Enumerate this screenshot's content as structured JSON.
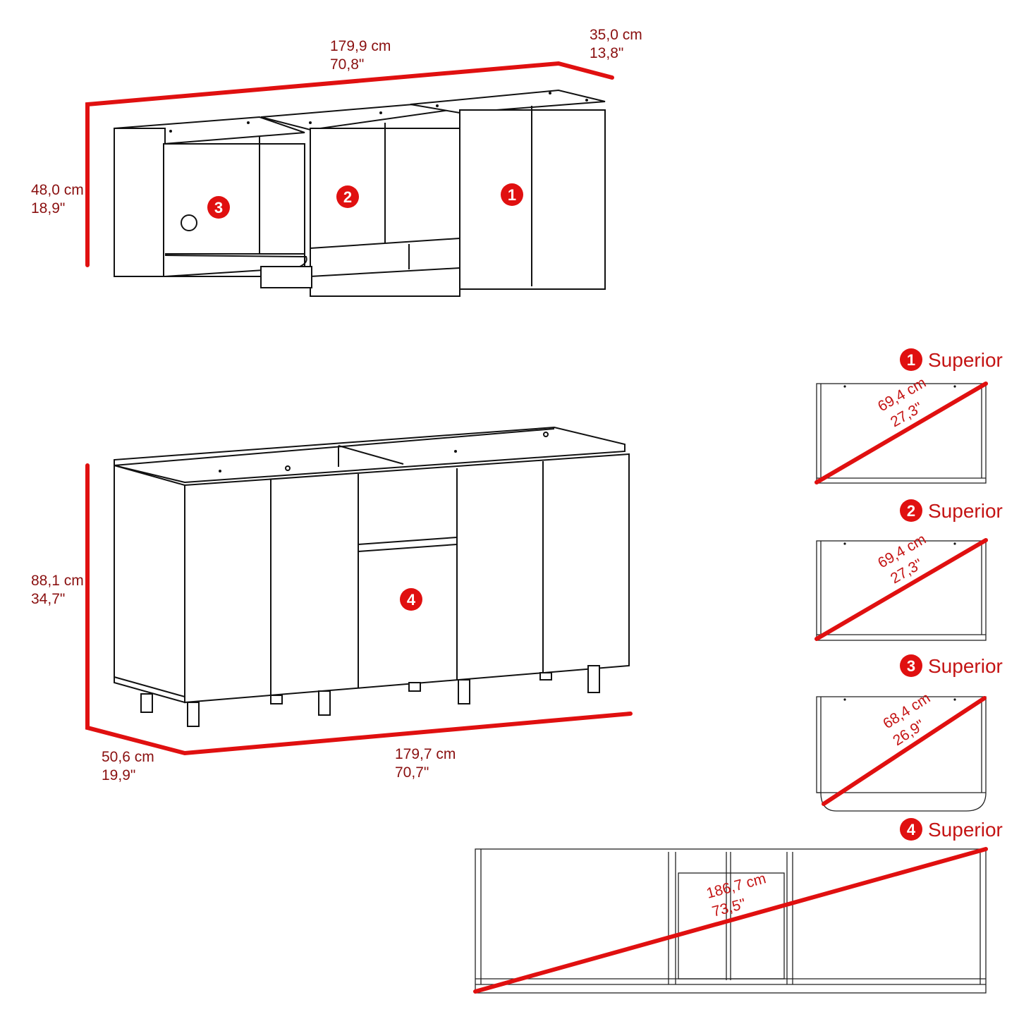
{
  "upper_unit": {
    "width": {
      "cm": "179,9 cm",
      "in": "70,8\""
    },
    "depth": {
      "cm": "35,0 cm",
      "in": "13,8\""
    },
    "height": {
      "cm": "48,0 cm",
      "in": "18,9\""
    },
    "modules": [
      "3",
      "2",
      "1"
    ]
  },
  "lower_unit": {
    "height": {
      "cm": "88,1 cm",
      "in": "34,7\""
    },
    "depth": {
      "cm": "50,6 cm",
      "in": "19,9\""
    },
    "width": {
      "cm": "179,7 cm",
      "in": "70,7\""
    },
    "module": "4"
  },
  "top_views": [
    {
      "number": "1",
      "title": "Superior",
      "diagonal_cm": "69,4 cm",
      "diagonal_in": "27,3\""
    },
    {
      "number": "2",
      "title": "Superior",
      "diagonal_cm": "69,4 cm",
      "diagonal_in": "27,3\""
    },
    {
      "number": "3",
      "title": "Superior",
      "diagonal_cm": "68,4 cm",
      "diagonal_in": "26,9\""
    },
    {
      "number": "4",
      "title": "Superior",
      "diagonal_cm": "186,7 cm",
      "diagonal_in": "73,5\""
    }
  ],
  "colors": {
    "accent": "#e01010",
    "line": "#111111",
    "text_dim": "#8a1010"
  }
}
